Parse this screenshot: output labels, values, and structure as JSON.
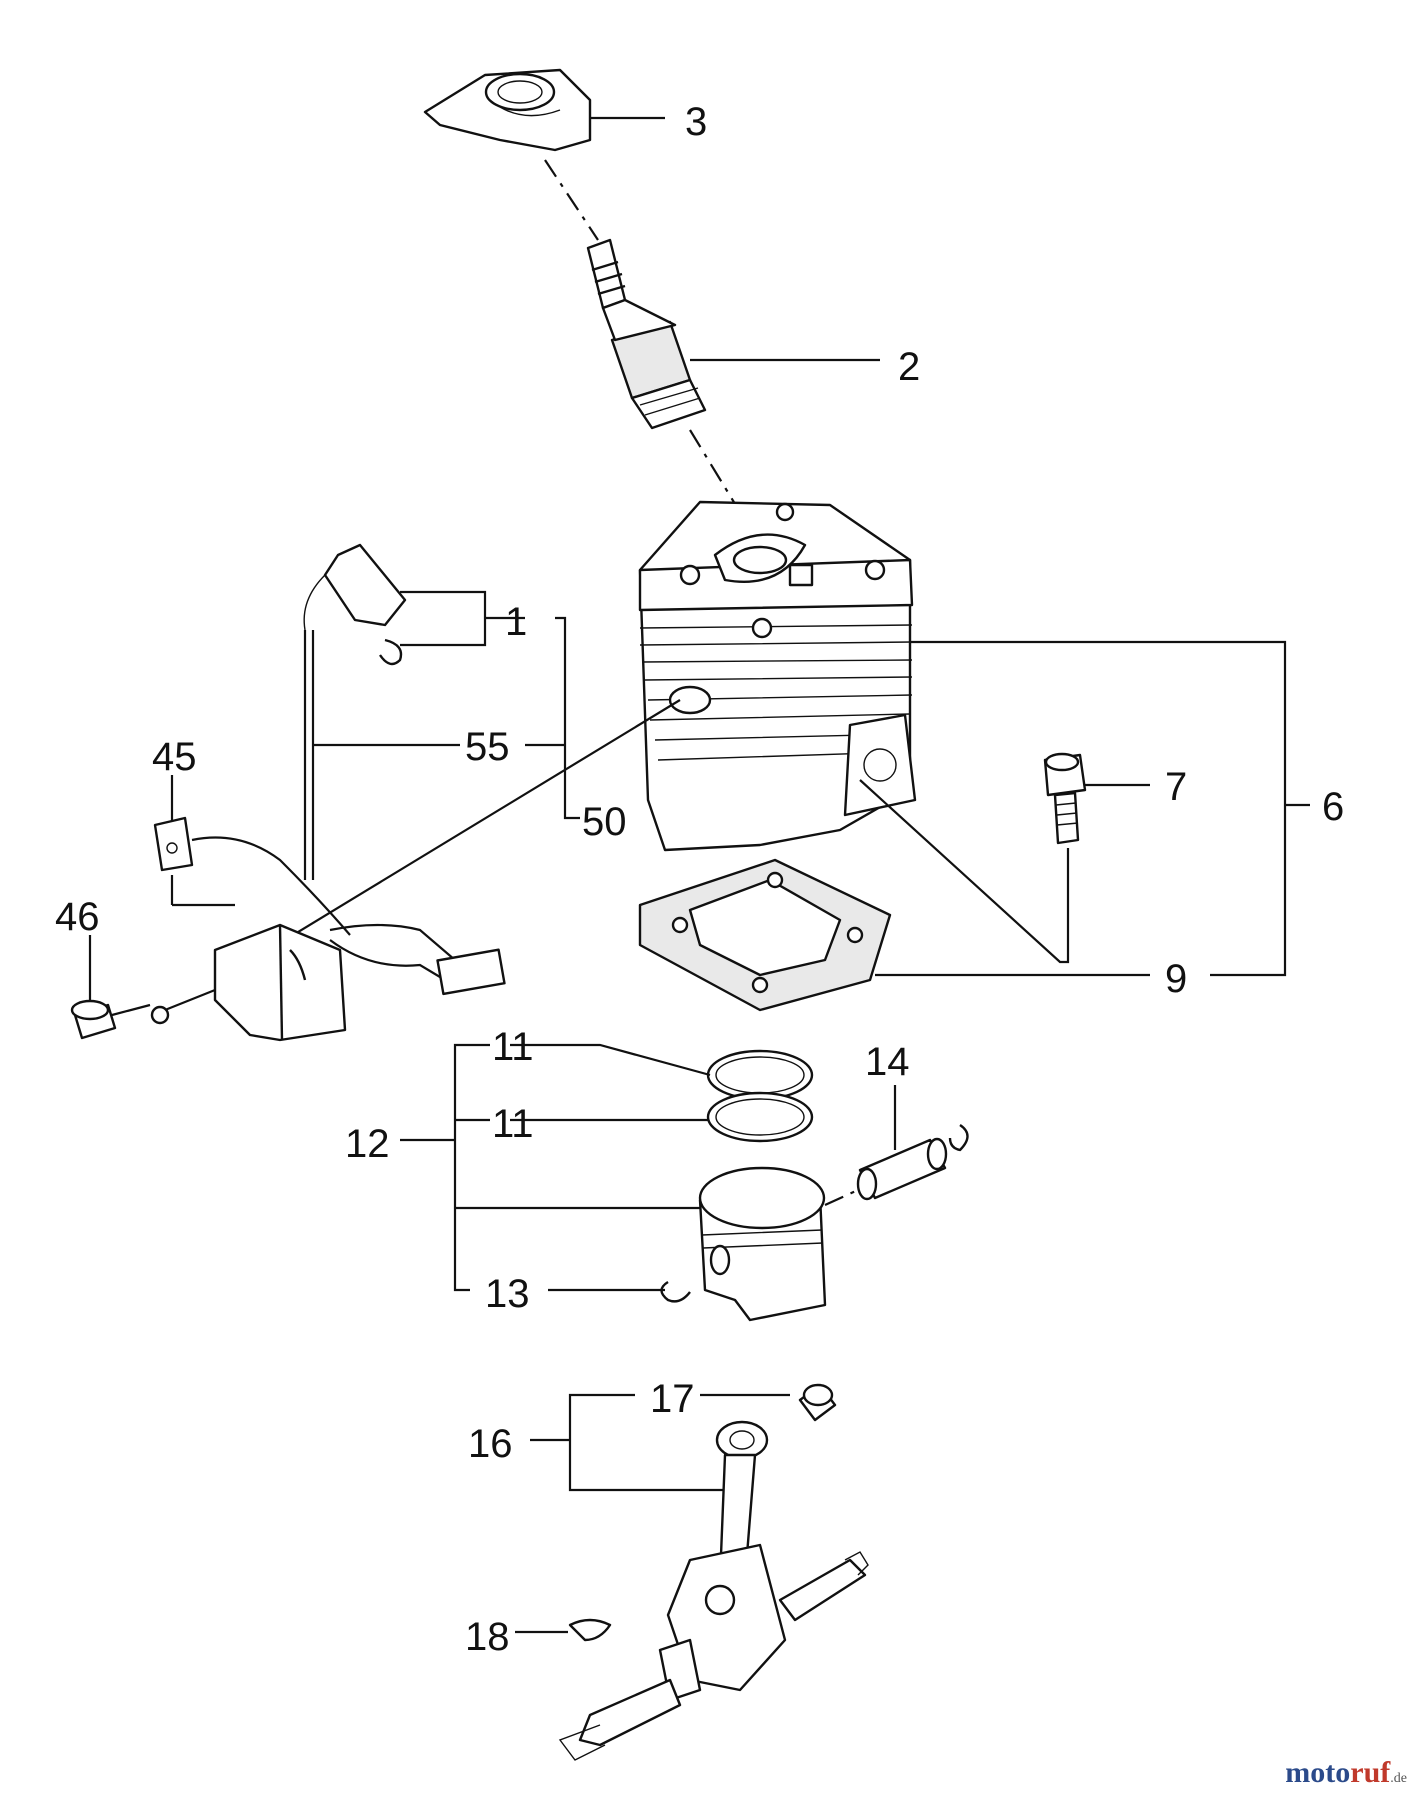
{
  "callouts": [
    {
      "id": "1",
      "text": "1"
    },
    {
      "id": "2",
      "text": "2"
    },
    {
      "id": "3",
      "text": "3"
    },
    {
      "id": "6",
      "text": "6"
    },
    {
      "id": "7",
      "text": "7"
    },
    {
      "id": "9",
      "text": "9"
    },
    {
      "id": "11a",
      "text": "11"
    },
    {
      "id": "11b",
      "text": "11"
    },
    {
      "id": "12",
      "text": "12"
    },
    {
      "id": "13",
      "text": "13"
    },
    {
      "id": "14",
      "text": "14"
    },
    {
      "id": "16",
      "text": "16"
    },
    {
      "id": "17",
      "text": "17"
    },
    {
      "id": "18",
      "text": "18"
    },
    {
      "id": "45",
      "text": "45"
    },
    {
      "id": "46",
      "text": "46"
    },
    {
      "id": "50",
      "text": "50"
    },
    {
      "id": "55",
      "text": "55"
    }
  ],
  "watermark": {
    "brand_part1": "moto",
    "brand_part2": "ruf",
    "suffix": ".de"
  },
  "colors": {
    "ink": "#111111",
    "brand_blue": "#2b4a8a",
    "brand_red": "#c0392b"
  }
}
